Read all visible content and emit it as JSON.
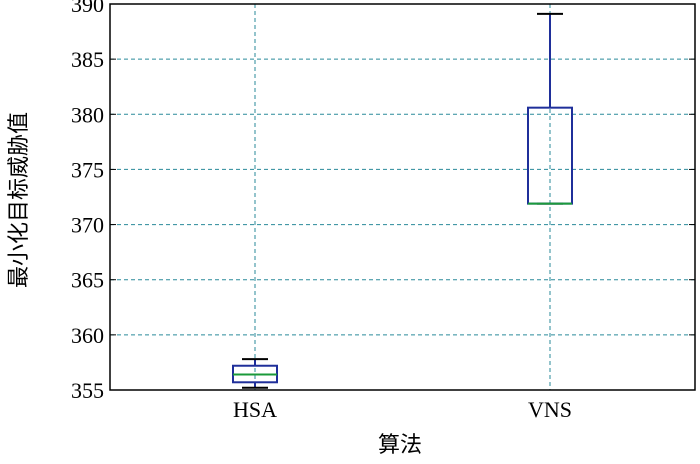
{
  "chart_data": {
    "type": "box",
    "title": "",
    "xlabel": "算法",
    "ylabel": "最小化目标威胁值",
    "ylim": [
      355,
      390
    ],
    "yticks": [
      355,
      360,
      365,
      370,
      375,
      380,
      385,
      390
    ],
    "grid": true,
    "categories": [
      "HSA",
      "VNS"
    ],
    "boxes": [
      {
        "name": "HSA",
        "whisker_low": 355.2,
        "q1": 355.7,
        "median": 356.4,
        "q3": 357.2,
        "whisker_high": 357.8
      },
      {
        "name": "VNS",
        "whisker_low": 371.9,
        "q1": 371.9,
        "median": 371.9,
        "q3": 380.6,
        "whisker_high": 389.1
      }
    ],
    "colors": {
      "box": "#1f2f9a",
      "median": "#1a9a3a",
      "grid": "#2a8a9a",
      "whisker_cap": "#000000"
    }
  }
}
